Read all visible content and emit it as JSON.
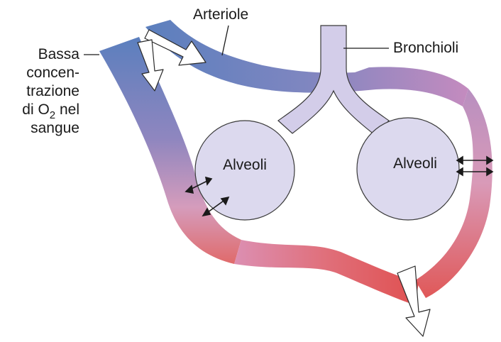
{
  "labels": {
    "arteriole": "Arteriole",
    "bronchioli": "Bronchioli",
    "bassa_line1": "Bassa",
    "bassa_line2": "concen-",
    "bassa_line3": "trazione",
    "bassa_line4_pre": "di O",
    "bassa_line4_sub": "2",
    "bassa_line4_post": " nel",
    "bassa_line5": "sangue",
    "alveolo_left": "Alveoli",
    "alveolo_right": "Alveoli"
  },
  "colors": {
    "vessel_blue": "#5b7fbe",
    "vessel_purple": "#a98bc0",
    "vessel_pink": "#d69ab8",
    "vessel_red": "#e05c5c",
    "vessel_outline": "#3a3a3a",
    "alveolus_fill": "#dcd9ee",
    "alveolus_stroke": "#3a3a3a",
    "arrow_fill": "#ffffff"
  }
}
